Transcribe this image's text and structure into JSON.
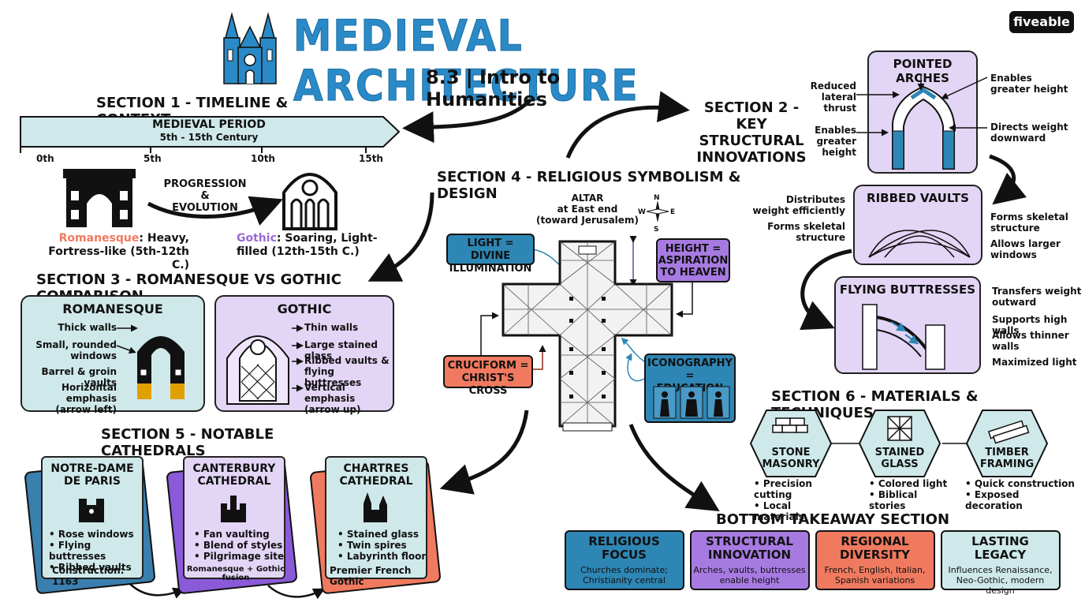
{
  "brand": "fiveable",
  "title": "MEDIEVAL ARCHITECTURE",
  "subtitle": "8.3 | Intro to Humanities",
  "colors": {
    "accent_blue": "#2a8ac7",
    "light_blue": "#cfe9ea",
    "purple": "#e2d5f5",
    "purple_dark": "#9b6ad8",
    "red": "#f07a5f",
    "teal": "#2e86b4"
  },
  "section1": {
    "title": "SECTION 1 - TIMELINE & CONTEXT",
    "banner_title": "MEDIEVAL PERIOD",
    "banner_sub": "5th - 15th Century",
    "ticks": [
      "0th",
      "5th",
      "10th",
      "15th"
    ],
    "progression": "PROGRESSION &\nEVOLUTION",
    "romanesque_name": "Romanesque",
    "romanesque_desc": ": Heavy,\nFortress-like (5th-12th C.)",
    "gothic_name": "Gothic",
    "gothic_desc": ": Soaring, Light-\nfilled (12th-15th C.)"
  },
  "section2": {
    "title": "SECTION 2 - KEY\nSTRUCTURAL\nINNOVATIONS",
    "pointed_arches": "POINTED ARCHES",
    "pa_left1": "Reduced\nlateral\nthrust",
    "pa_left2": "Enables\ngreater\nheight",
    "pa_right1": "Enables\ngreater height",
    "pa_right2": "Directs weight\ndownward",
    "ribbed_vaults": "RIBBED VAULTS",
    "rv_left1": "Distributes\nweight efficiently",
    "rv_left2": "Forms skeletal\nstructure",
    "rv_right1": "Forms skeletal\nstructure",
    "rv_right2": "Allows larger\nwindows",
    "flying_buttresses": "FLYING BUTTRESSES",
    "fb_right": [
      "Transfers weight\noutward",
      "Supports high walls",
      "Allows thinner\nwalls",
      "Maximized light"
    ]
  },
  "section3": {
    "title": "SECTION 3 - ROMANESQUE VS GOTHIC COMPARISON",
    "rom_title": "ROMANESQUE",
    "rom_items": [
      "Thick walls",
      "Small, rounded\nwindows",
      "Barrel & groin vaults",
      "Horizontal emphasis\n(arrow left)"
    ],
    "goth_title": "GOTHIC",
    "goth_items": [
      "Thin walls",
      "Large stained glass",
      "Ribbed vaults &\nflying buttresses",
      "Vertical emphasis\n(arrow up)"
    ]
  },
  "section4": {
    "title": "SECTION 4 - RELIGIOUS SYMBOLISM & DESIGN",
    "altar": "ALTAR\nat East end\n(toward Jerusalem)",
    "compass": [
      "N",
      "W",
      "E",
      "S"
    ],
    "light": "LIGHT = DIVINE\nILLUMINATION",
    "height": "HEIGHT =\nASPIRATION\nTO HEAVEN",
    "cruciform": "CRUCIFORM =\nCHRIST'S CROSS",
    "iconography": "ICONOGRAPHY =\nEDUCATION"
  },
  "section5": {
    "title": "SECTION 5 - NOTABLE CATHEDRALS",
    "cards": [
      {
        "name": "NOTRE-DAME\nDE PARIS",
        "items": [
          "• Rose windows",
          "• Flying buttresses",
          "• Ribbed vaults"
        ],
        "footer": "Construction: 1163"
      },
      {
        "name": "CANTERBURY\nCATHEDRAL",
        "items": [
          "• Fan vaulting",
          "• Blend of styles",
          "• Pilgrimage site"
        ],
        "footer": "Romanesque + Gothic fusion"
      },
      {
        "name": "CHARTRES\nCATHEDRAL",
        "items": [
          "• Stained glass",
          "• Twin spires",
          "• Labyrinth floor"
        ],
        "footer": "Premier French Gothic"
      }
    ]
  },
  "section6": {
    "title": "SECTION 6 - MATERIALS & TECHNIQUES",
    "materials": [
      {
        "name": "STONE\nMASONRY",
        "items": "• Precision cutting\n• Local materials"
      },
      {
        "name": "STAINED\nGLASS",
        "items": "• Colored light\n• Biblical stories"
      },
      {
        "name": "TIMBER\nFRAMING",
        "items": "• Quick construction\n• Exposed decoration"
      }
    ]
  },
  "takeaway": {
    "title": "BOTTOM TAKEAWAY SECTION",
    "boxes": [
      {
        "name": "RELIGIOUS\nFOCUS",
        "desc": "Churches dominate;\nChristianity central"
      },
      {
        "name": "STRUCTURAL\nINNOVATION",
        "desc": "Arches, vaults, buttresses\nenable height"
      },
      {
        "name": "REGIONAL\nDIVERSITY",
        "desc": "French, English, Italian,\nSpanish variations"
      },
      {
        "name": "LASTING\nLEGACY",
        "desc": "Influences Renaissance,\nNeo-Gothic, modern design"
      }
    ]
  }
}
